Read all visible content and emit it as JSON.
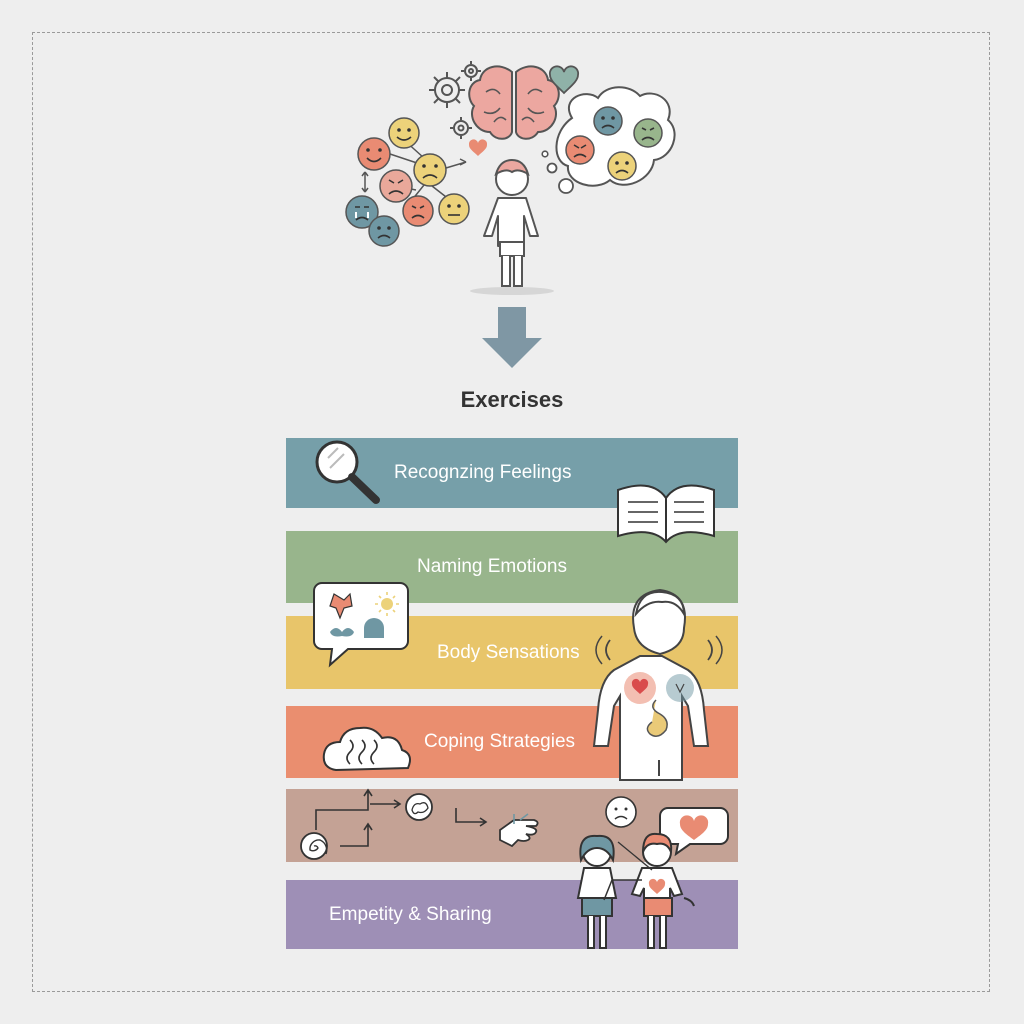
{
  "diagram": {
    "title": "Exercises",
    "steps": [
      {
        "label": "Recognzing Feelings",
        "color": "#769fa9"
      },
      {
        "label": "Naming Emotions",
        "color": "#98b58c"
      },
      {
        "label": "Body Sensations",
        "color": "#e8c56a"
      },
      {
        "label": "Coping Strategies",
        "color": "#ea8e6f"
      },
      {
        "label": "",
        "color": "#c4a295"
      },
      {
        "label": "Empetity & Sharing",
        "color": "#9e8fb6"
      }
    ],
    "icons": {
      "emotion_faces": [
        "smiling-face-icon",
        "happy-face-icon",
        "worried-face-icon",
        "angry-face-icon",
        "crying-face-icon",
        "sad-face-icon",
        "neutral-face-icon",
        "frustrated-face-icon"
      ],
      "thought_cloud": [
        "sad-face-icon",
        "angry-face-icon",
        "frowning-face-icon",
        "worried-face-icon"
      ],
      "brain": "brain-icon",
      "gears": "gear-icon",
      "heart": "heart-icon",
      "child": "child-figure-icon",
      "arrow": "arrow-down-icon",
      "magnifier": "magnifying-glass-icon",
      "book": "open-book-icon",
      "speech": "speech-bubble-icon",
      "body": "body-outline-icon",
      "cloud": "cloud-icon",
      "spiral": "spiral-icon",
      "hand": "hand-icon",
      "pair": "two-children-icon"
    },
    "colors": {
      "background": "#eeeeee",
      "arrow": "#7f97a4",
      "title_text": "#333333",
      "band_text": "#ffffff",
      "pink": "#eca7a0",
      "teal": "#6f97a3",
      "yellow": "#ecd27a",
      "coral": "#e98b73",
      "heart": "#e98b73"
    }
  }
}
